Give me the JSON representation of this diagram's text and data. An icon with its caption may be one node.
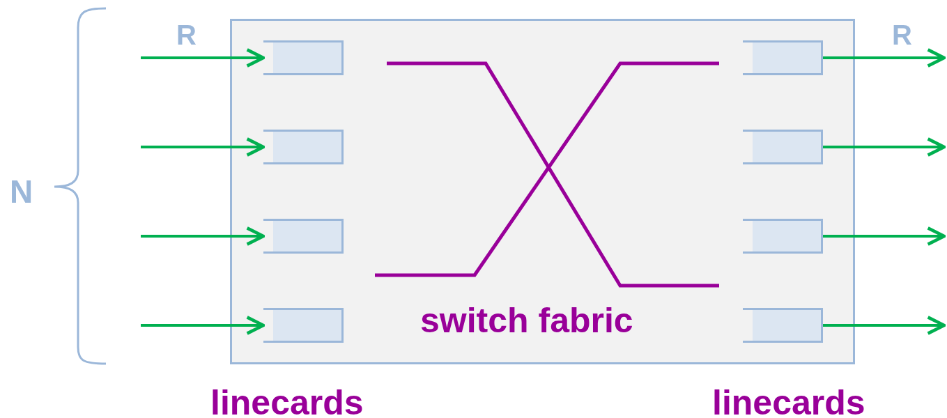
{
  "diagram": {
    "nodes": [
      {
        "text": [
          "switch fabric"
        ]
      },
      {
        "text": [],
        "shape": "box",
        "in": 0
      },
      {
        "text": [],
        "shape": "box",
        "in": 0
      },
      {
        "text": [],
        "shape": "box",
        "in": 0
      },
      {
        "text": [],
        "shape": "box",
        "in": 0
      },
      {
        "text": [],
        "shape": "box",
        "in": 0
      },
      {
        "text": [],
        "shape": "box",
        "in": 0
      },
      {
        "text": [],
        "shape": "box",
        "in": 0
      },
      {
        "text": [],
        "shape": "box",
        "in": 0
      }
    ],
    "edges": [
      {
        "from": null,
        "to": 1,
        "arrow": "to"
      },
      {
        "from": null,
        "to": 2,
        "arrow": "to"
      },
      {
        "from": null,
        "to": 3,
        "arrow": "to"
      },
      {
        "from": null,
        "to": 4,
        "arrow": "to"
      },
      {
        "from": 5,
        "to": null,
        "arrow": "to"
      },
      {
        "from": 6,
        "to": null,
        "arrow": "to"
      },
      {
        "from": 7,
        "to": null,
        "arrow": "to"
      },
      {
        "from": 8,
        "to": null,
        "arrow": "to"
      }
    ],
    "labels": [
      "R",
      "R",
      "N",
      "linecards",
      "linecards"
    ]
  }
}
